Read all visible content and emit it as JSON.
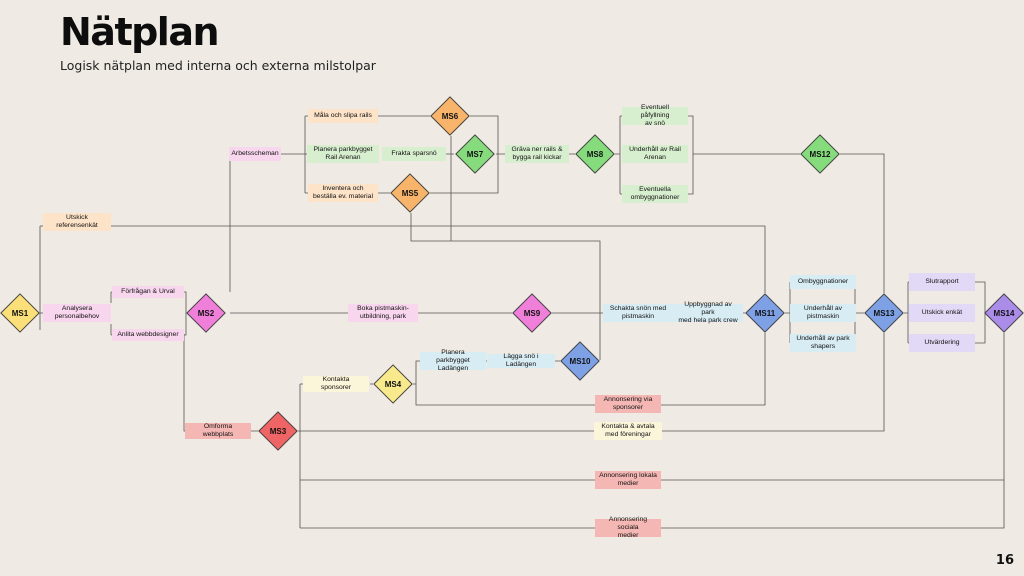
{
  "header": {
    "title": "Nätplan",
    "subtitle": "Logisk nätplan med interna och externa milstolpar",
    "page_number": "16"
  },
  "colors": {
    "peach": "#fde3c8",
    "green": "#d8efcf",
    "pink": "#f8d6ee",
    "blue": "#d8ecf3",
    "red": "#f4b7b4",
    "cream": "#fbf5d9",
    "lavender": "#e2d9f6",
    "line": "#555555"
  },
  "milestones": {
    "ms1": {
      "label": "MS1",
      "color": "#fbe07a"
    },
    "ms2": {
      "label": "MS2",
      "color": "#ef7fd9"
    },
    "ms3": {
      "label": "MS3",
      "color": "#ef6464"
    },
    "ms4": {
      "label": "MS4",
      "color": "#f8ea8c"
    },
    "ms5": {
      "label": "MS5",
      "color": "#f7b46a"
    },
    "ms6": {
      "label": "MS6",
      "color": "#f7b46a"
    },
    "ms7": {
      "label": "MS7",
      "color": "#86dc7d"
    },
    "ms8": {
      "label": "MS8",
      "color": "#86dc7d"
    },
    "ms9": {
      "label": "MS9",
      "color": "#ef7fd9"
    },
    "ms10": {
      "label": "MS10",
      "color": "#7ea1e6"
    },
    "ms11": {
      "label": "MS11",
      "color": "#7ea1e6"
    },
    "ms12": {
      "label": "MS12",
      "color": "#86dc7d"
    },
    "ms13": {
      "label": "MS13",
      "color": "#7ea1e6"
    },
    "ms14": {
      "label": "MS14",
      "color": "#ab8ce8"
    }
  },
  "tasks": {
    "utskick_referens": "Utskick\nreferensenkät",
    "analysera": "Analysera\npersonalbehov",
    "forfragan": "Förfrågan & Urval",
    "anlita": "Anlita webbdesigner",
    "omforma": "Omforma webbplats",
    "arbetsscheman": "Arbetsscheman",
    "mala": "Måla och slipa rails",
    "planera_park": "Planera parkbygget\nRail Arenan",
    "frakta": "Frakta sparsnö",
    "inventera": "Inventera och\nbeställa ev. material",
    "grava": "Gräva ner rails &\nbygga rail kickar",
    "pafyllning": "Eventuell påfyllning\nav snö",
    "underhall_rail": "Underhåll av Rail\nArenan",
    "ombyggnationer_ev": "Eventuella\nombyggnationer",
    "boka": "Boka pistmaskin-\nutbildning, park",
    "schakta": "Schakta snön med\npistmaskin",
    "uppbyggnad": "Uppbyggnad av park\nmed hela park crew",
    "ombyggnationer": "Ombyggnationer",
    "underhall_pist": "Underhåll av\npistmaskin",
    "underhall_park": "Underhåll av park\nshapers",
    "slutrapport": "Slutrapport",
    "utskick_enkat": "Utskick enkät",
    "utvardering": "Utvärdering",
    "kontakta_sponsorer": "Kontakta sponsorer",
    "planera_ladangen": "Planera parkbygget\nLadängen",
    "lagga_sno": "Lägga snö i Ladängen",
    "annonsering_sponsorer": "Annonsering via\nsponsorer",
    "kontakta_foreningar": "Kontakta & avtala\nmed föreningar",
    "annonsering_lokala": "Annonsering lokala\nmedier",
    "annonsering_sociala": "Annonsering sociala\nmedier"
  }
}
